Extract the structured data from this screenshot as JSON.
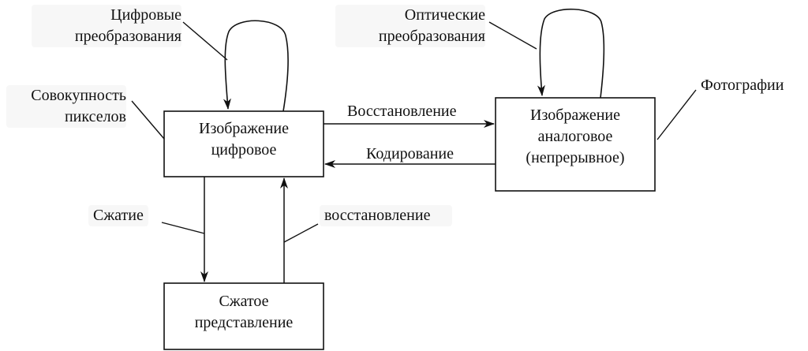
{
  "nodes": {
    "digital_image": {
      "line1": "Изображение",
      "line2": "цифровое"
    },
    "analog_image": {
      "line1": "Изображение",
      "line2": "аналоговое",
      "line3": "(непрерывное)"
    },
    "compressed": {
      "line1": "Сжатое",
      "line2": "представление"
    }
  },
  "edges": {
    "reconstruction_top": "Восстановление",
    "encoding": "Кодирование",
    "compression": "Сжатие",
    "reconstruction_bottom": "восстановление"
  },
  "annotations": {
    "digital_transforms": {
      "line1": "Цифровые",
      "line2": "преобразования"
    },
    "optical_transforms": {
      "line1": "Оптические",
      "line2": "преобразования"
    },
    "pixel_set": {
      "line1": "Совокупность",
      "line2": "пикселов"
    },
    "photos": "Фотографии"
  }
}
